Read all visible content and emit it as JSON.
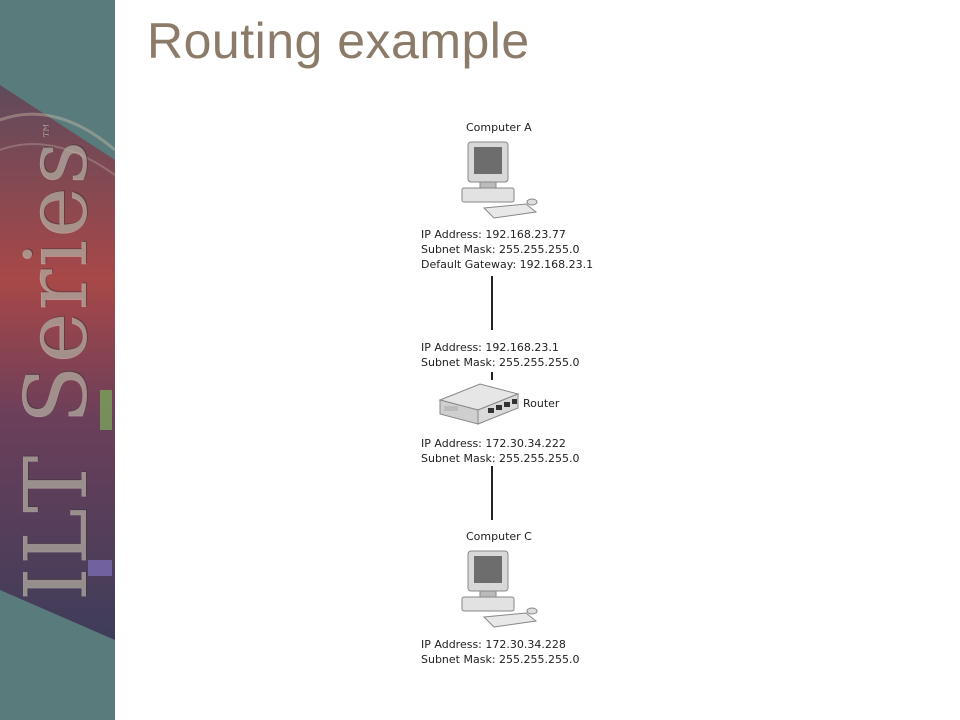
{
  "slide": {
    "title": "Routing example",
    "brand": "ILT Series",
    "brand_mark": "™"
  },
  "diagram": {
    "computer_a": {
      "name": "Computer A",
      "ip": "IP Address: 192.168.23.77",
      "mask": "Subnet Mask: 255.255.255.0",
      "gateway": "Default Gateway: 192.168.23.1"
    },
    "router": {
      "name": "Router",
      "upper_ip": "IP Address: 192.168.23.1",
      "upper_mask": "Subnet Mask: 255.255.255.0",
      "lower_ip": "IP Address: 172.30.34.222",
      "lower_mask": "Subnet Mask: 255.255.255.0"
    },
    "computer_c": {
      "name": "Computer C",
      "ip": "IP Address: 172.30.34.228",
      "mask": "Subnet Mask: 255.255.255.0"
    }
  },
  "colors": {
    "title": "#8b7b68",
    "banner": "#5a7b7c"
  }
}
